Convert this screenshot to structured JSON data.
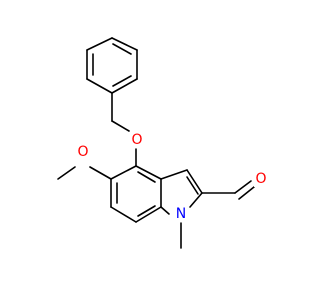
{
  "colors": {
    "background": "#ffffff",
    "bond": "#000000",
    "oxygen": "#ff0000",
    "nitrogen": "#0000ff"
  },
  "atoms": [
    {
      "id": "O_benzyloxy",
      "label": "O",
      "color_key": "oxygen"
    },
    {
      "id": "O_methoxy",
      "label": "O",
      "color_key": "oxygen"
    },
    {
      "id": "O_aldehyde",
      "label": "O",
      "color_key": "oxygen"
    },
    {
      "id": "N_indole",
      "label": "N",
      "color_key": "nitrogen"
    }
  ]
}
